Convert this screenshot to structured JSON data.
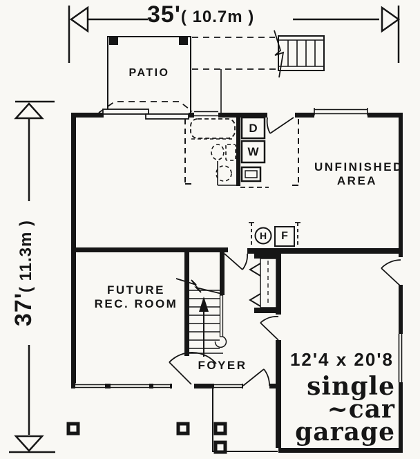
{
  "colors": {
    "ink": "#161616",
    "paper": "#f9f8f4"
  },
  "dimensions": {
    "width": {
      "feet": "35'",
      "metric": "( 10.7m )"
    },
    "height": {
      "feet": "37'",
      "metric": "( 11.3m )"
    }
  },
  "rooms": {
    "patio": "PATIO",
    "unfinished_line1": "UNFINISHED",
    "unfinished_line2": "AREA",
    "future_rec_line1": "FUTURE",
    "future_rec_line2": "REC. ROOM",
    "foyer": "FOYER"
  },
  "garage": {
    "size": "12'4 x 20'8",
    "name_line1": "single",
    "name_line2": "~car",
    "name_line3": "garage"
  },
  "appliances": {
    "dryer": "D",
    "washer": "W",
    "water_heater": "H",
    "furnace": "F"
  }
}
